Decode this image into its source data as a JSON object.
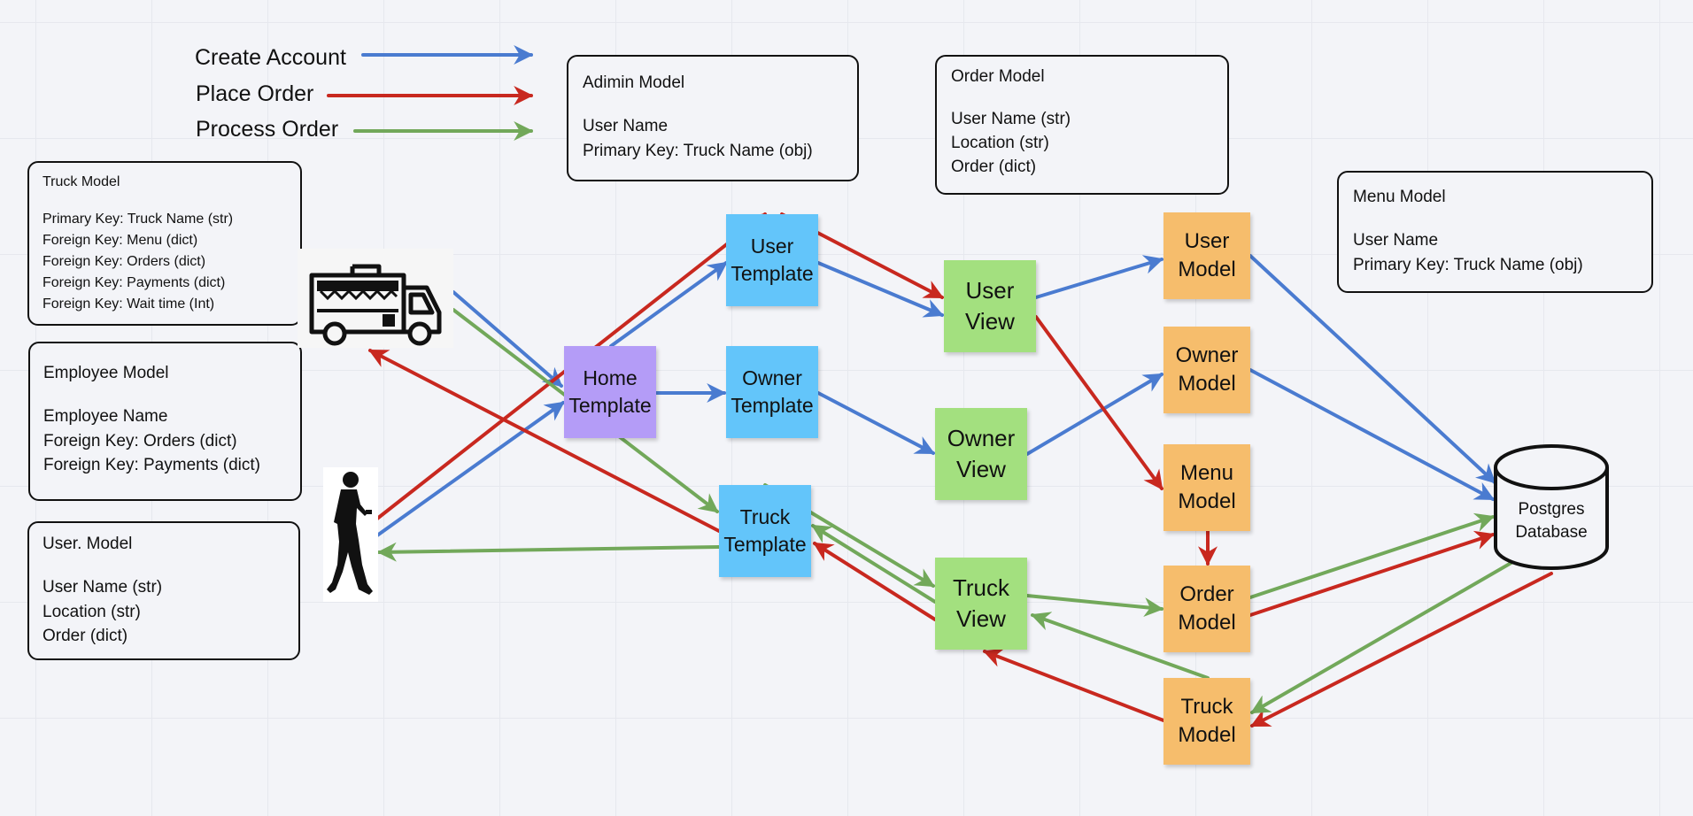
{
  "legend": [
    {
      "label": "Create Account",
      "color": "#4a7bd0"
    },
    {
      "label": "Place Order",
      "color": "#c8281f"
    },
    {
      "label": "Process Order",
      "color": "#72a85a"
    }
  ],
  "models": {
    "admin": {
      "lines": [
        "Adimin Model",
        "",
        "User Name",
        "Primary Key: Truck Name (obj)"
      ]
    },
    "order": {
      "lines": [
        "Order Model",
        "",
        "User Name (str)",
        "Location (str)",
        "Order (dict)"
      ]
    },
    "menu": {
      "lines": [
        "Menu Model",
        "",
        "User Name",
        "Primary Key: Truck Name (obj)"
      ]
    },
    "truck": {
      "lines": [
        "Truck Model",
        "",
        "Primary Key: Truck Name (str)",
        "Foreign Key: Menu (dict)",
        "Foreign Key: Orders (dict)",
        "Foreign Key: Payments (dict)",
        "Foreign Key: Wait time (Int)"
      ]
    },
    "employee": {
      "lines": [
        "Employee Model",
        "",
        "Employee Name",
        "Foreign Key: Orders (dict)",
        "Foreign Key: Payments (dict)"
      ]
    },
    "user": {
      "lines": [
        "User. Model",
        "",
        "User Name (str)",
        "Location (str)",
        "Order (dict)"
      ]
    }
  },
  "nodes": {
    "home_template": "Home\nTemplate",
    "user_template": "User\nTemplate",
    "owner_template": "Owner\nTemplate",
    "truck_template": "Truck\nTemplate",
    "user_view": "User\nView",
    "owner_view": "Owner\nView",
    "truck_view": "Truck\nView",
    "user_model": "User\nModel",
    "owner_model": "Owner\nModel",
    "menu_model": "Menu\nModel",
    "order_model": "Order\nModel",
    "truck_model": "Truck\nModel",
    "database": "Postgres\nDatabase"
  },
  "icons": {
    "food_truck": "food-truck-icon",
    "person": "walking-person-icon",
    "database": "database-cylinder-icon"
  },
  "colors": {
    "create_account": "#4a7bd0",
    "place_order": "#c8281f",
    "process_order": "#72a85a",
    "template": "#63c5fa",
    "home": "#b49cf7",
    "view": "#a3e07f",
    "model": "#f6bd6c"
  }
}
